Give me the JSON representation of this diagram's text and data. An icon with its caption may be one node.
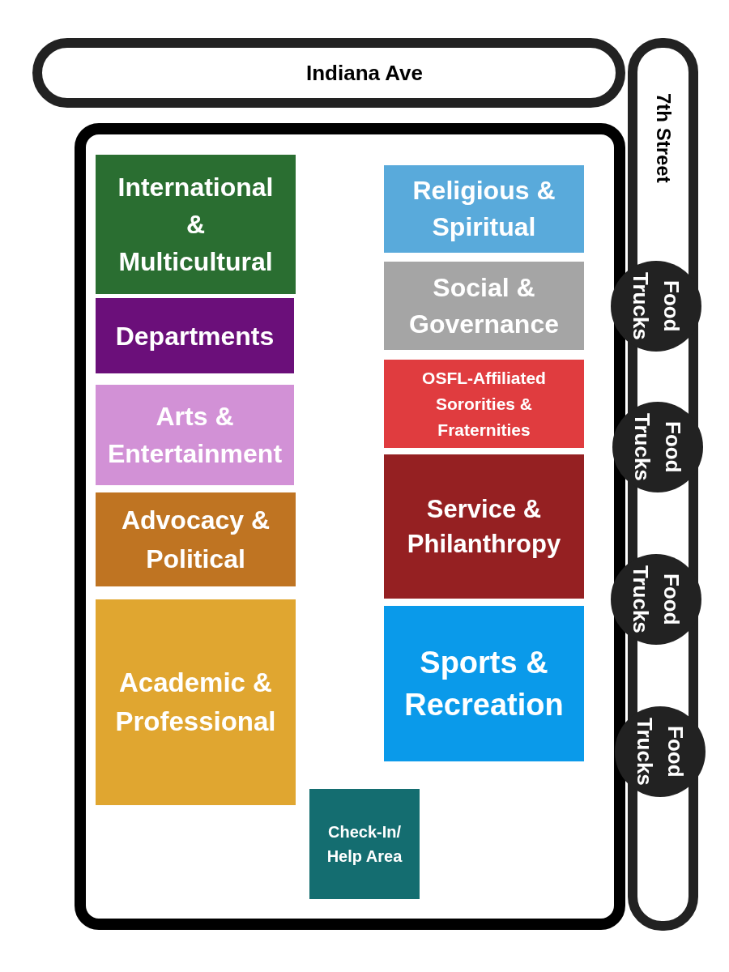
{
  "diagram": {
    "nodes": [
      {
        "text": [
          "Indiana Ave"
        ]
      },
      {
        "text": [
          "7th Street"
        ]
      },
      {
        "text": [],
        "shape": "box"
      },
      {
        "text": [
          "International & Multicultural"
        ],
        "in": 2
      },
      {
        "text": [
          "Departments"
        ],
        "in": 2
      },
      {
        "text": [
          "Arts & Entertainment"
        ],
        "in": 2
      },
      {
        "text": [
          "Advocacy & Political"
        ],
        "in": 2
      },
      {
        "text": [
          "Academic & Professional"
        ],
        "in": 2
      },
      {
        "text": [
          "Religious & Spiritual"
        ],
        "in": 2
      },
      {
        "text": [
          "Social & Governance"
        ],
        "in": 2
      },
      {
        "text": [
          "OSFL-Affiliated Sororities & Fraternities"
        ],
        "in": 2
      },
      {
        "text": [
          "Service & Philanthropy"
        ],
        "in": 2
      },
      {
        "text": [
          "Sports & Recreation"
        ],
        "in": 2
      },
      {
        "text": [
          "Check-In/ Help Area"
        ],
        "in": 2
      },
      {
        "text": [
          "Food Trucks"
        ]
      },
      {
        "text": [
          "Food Trucks"
        ]
      },
      {
        "text": [
          "Food Trucks"
        ]
      },
      {
        "text": [
          "Food Trucks"
        ]
      }
    ]
  }
}
